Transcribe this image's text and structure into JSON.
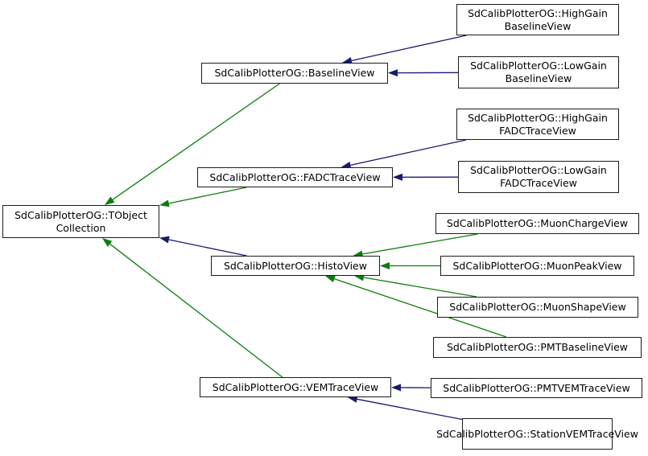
{
  "diagram": {
    "title": "Inheritance graph for SdCalibPlotterOG::TObjectCollection",
    "background": "#ffffff",
    "colors": {
      "blue": "#191970",
      "green": "#0e7c0e",
      "box_border": "#1b1b1b",
      "box_fill": "#ffffff",
      "text": "#000000"
    },
    "nodes": [
      {
        "id": "tobject-collection",
        "label": "SdCalibPlotterOG::TObject\nCollection"
      },
      {
        "id": "baseline-view",
        "label": "SdCalibPlotterOG::BaselineView"
      },
      {
        "id": "fadctrace-view",
        "label": "SdCalibPlotterOG::FADCTraceView"
      },
      {
        "id": "histo-view",
        "label": "SdCalibPlotterOG::HistoView"
      },
      {
        "id": "vemtrace-view",
        "label": "SdCalibPlotterOG::VEMTraceView"
      },
      {
        "id": "highgain-baseline-view",
        "label": "SdCalibPlotterOG::HighGain\nBaselineView"
      },
      {
        "id": "lowgain-baseline-view",
        "label": "SdCalibPlotterOG::LowGain\nBaselineView"
      },
      {
        "id": "highgain-fadctrace-view",
        "label": "SdCalibPlotterOG::HighGain\nFADCTraceView"
      },
      {
        "id": "lowgain-fadctrace-view",
        "label": "SdCalibPlotterOG::LowGain\nFADCTraceView"
      },
      {
        "id": "muon-charge-view",
        "label": "SdCalibPlotterOG::MuonChargeView"
      },
      {
        "id": "muon-peak-view",
        "label": "SdCalibPlotterOG::MuonPeakView"
      },
      {
        "id": "muon-shape-view",
        "label": "SdCalibPlotterOG::MuonShapeView"
      },
      {
        "id": "pmt-baseline-view",
        "label": "SdCalibPlotterOG::PMTBaselineView"
      },
      {
        "id": "pmt-vemtrace-view",
        "label": "SdCalibPlotterOG::PMTVEMTraceView"
      },
      {
        "id": "station-vemtrace-view",
        "label": "SdCalibPlotterOG::StationVEMTraceView"
      }
    ],
    "edges": [
      {
        "from": "baseline-view",
        "to": "tobject-collection",
        "color": "green"
      },
      {
        "from": "fadctrace-view",
        "to": "tobject-collection",
        "color": "green"
      },
      {
        "from": "histo-view",
        "to": "tobject-collection",
        "color": "blue"
      },
      {
        "from": "vemtrace-view",
        "to": "tobject-collection",
        "color": "green"
      },
      {
        "from": "highgain-baseline-view",
        "to": "baseline-view",
        "color": "blue"
      },
      {
        "from": "lowgain-baseline-view",
        "to": "baseline-view",
        "color": "blue"
      },
      {
        "from": "highgain-fadctrace-view",
        "to": "fadctrace-view",
        "color": "blue"
      },
      {
        "from": "lowgain-fadctrace-view",
        "to": "fadctrace-view",
        "color": "blue"
      },
      {
        "from": "muon-charge-view",
        "to": "histo-view",
        "color": "green"
      },
      {
        "from": "muon-peak-view",
        "to": "histo-view",
        "color": "green"
      },
      {
        "from": "muon-shape-view",
        "to": "histo-view",
        "color": "green"
      },
      {
        "from": "pmt-baseline-view",
        "to": "histo-view",
        "color": "green"
      },
      {
        "from": "pmt-vemtrace-view",
        "to": "vemtrace-view",
        "color": "blue"
      },
      {
        "from": "station-vemtrace-view",
        "to": "vemtrace-view",
        "color": "blue"
      }
    ]
  }
}
